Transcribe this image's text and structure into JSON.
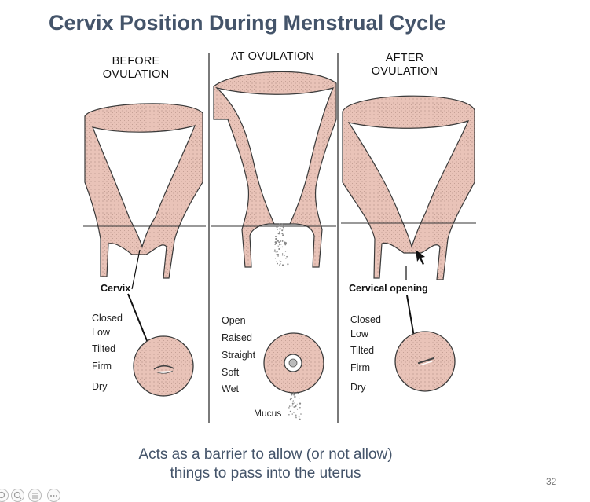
{
  "slide": {
    "title": "Cervix Position During Menstrual Cycle",
    "caption_line1": "Acts as a barrier to allow (or not allow)",
    "caption_line2": "things to pass into the uterus",
    "page_number": "32"
  },
  "figure": {
    "panels": [
      {
        "heading_line1": "BEFORE",
        "heading_line2": "OVULATION",
        "label": "Cervix",
        "traits": [
          "Closed",
          "Low",
          "Tilted",
          "Firm",
          "Dry"
        ]
      },
      {
        "heading_line1": "AT OVULATION",
        "heading_line2": "",
        "label": "Mucus",
        "traits": [
          "Open",
          "Raised",
          "Straight",
          "Soft",
          "Wet"
        ]
      },
      {
        "heading_line1": "AFTER",
        "heading_line2": "OVULATION",
        "label": "Cervical opening",
        "traits": [
          "Closed",
          "Low",
          "Tilted",
          "Firm",
          "Dry"
        ]
      }
    ],
    "tissue_color": "#e9c3b8",
    "cavity_color": "#ffffff",
    "outline_color": "#3a3a3a"
  },
  "toolbar": {
    "icons": [
      "zoom-icon",
      "notes-icon",
      "more-options-icon"
    ]
  }
}
